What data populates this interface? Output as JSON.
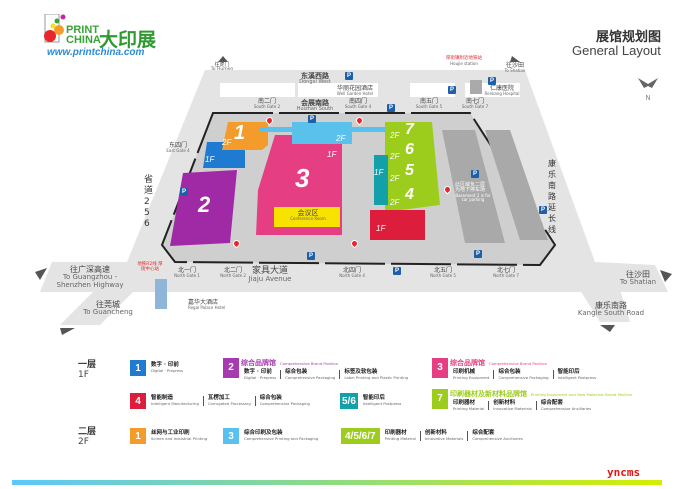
{
  "header": {
    "logo_text": "PRINT CHINA",
    "logo_cn": "大印展",
    "url": "www.printchina.com",
    "title_cn": "展馆规划图",
    "title_en": "General Layout",
    "compass": "N"
  },
  "map": {
    "roads": {
      "to_humen": {
        "cn": "往虎门",
        "en": "To Humen"
      },
      "dongxi_west": {
        "cn": "东溪西路",
        "en": "Dongxi West"
      },
      "huizhan_south": {
        "cn": "会展南路",
        "en": "Huizhan South"
      },
      "to_shatian_top": {
        "cn": "往沙田",
        "en": "To Shatian"
      },
      "provincial_road": {
        "cn": "省道256"
      },
      "kangle_ext": {
        "cn": "康乐南路延长线"
      },
      "to_gz_sz": {
        "cn": "往广深高速",
        "en": "To Guangzhou -Shenzhen Highway"
      },
      "to_guancheng": {
        "cn": "往莞城",
        "en": "To Guancheng"
      },
      "jiaju": {
        "cn": "家具大道",
        "en": "Jiaju Avenue"
      },
      "to_shatian": {
        "cn": "往沙田",
        "en": "To Shatian"
      },
      "kangle_south": {
        "cn": "康乐南路",
        "en": "Kangle South Road"
      }
    },
    "gates": {
      "south2": {
        "cn": "南二门",
        "en": "South Gate 2"
      },
      "south4": {
        "cn": "南四门",
        "en": "South Gate 4"
      },
      "south5": {
        "cn": "南五门",
        "en": "South Gate 5"
      },
      "south7": {
        "cn": "南七门",
        "en": "South Gate 7"
      },
      "east4": {
        "cn": "东四门",
        "en": "East Gate 4"
      },
      "north1": {
        "cn": "北一门",
        "en": "North Gate 1"
      },
      "north2": {
        "cn": "北二门",
        "en": "North Gate 2"
      },
      "north4": {
        "cn": "北四门",
        "en": "North Gate 4"
      },
      "north5": {
        "cn": "北五门",
        "en": "North Gate 5"
      },
      "north7": {
        "cn": "北七门",
        "en": "North Gate 7"
      }
    },
    "landmarks": {
      "hotel_top": {
        "cn": "华丽花园酒店",
        "en": "Well Garden Hotel"
      },
      "metro_top": {
        "cn": "厚街镇附近地铁站",
        "en": "Houjie station"
      },
      "hospital": {
        "cn": "仁康医院",
        "en": "Renkang Hospital"
      },
      "metro_bottom": {
        "cn": "地铁R2线 厚街中心站"
      },
      "regal": {
        "cn": "嘉华大酒店",
        "en": "Regal Palace Hotel"
      },
      "basement": {
        "cn": "此区域负二层 为地下停车场",
        "en": "Basement 2 is for car parking"
      },
      "conference": {
        "cn": "会议区",
        "en": "Conference Room"
      }
    },
    "halls": [
      {
        "id": "1",
        "floor": "2F",
        "color": "#f39c2c"
      },
      {
        "id": "1",
        "floor": "1F",
        "color": "#1f7bd1"
      },
      {
        "id": "2",
        "floor": "",
        "color": "#a02aa6"
      },
      {
        "id": "3",
        "floor": "1F",
        "color": "#e63e83"
      },
      {
        "id": "3",
        "floor": "2F",
        "color": "#5ac0ec"
      },
      {
        "id": "7",
        "floor": "2F",
        "color": "#9ccc1c"
      },
      {
        "id": "6",
        "floor": "2F",
        "color": "#9ccc1c"
      },
      {
        "id": "5",
        "floor": "2F",
        "color": "#9ccc1c"
      },
      {
        "id": "4",
        "floor": "2F",
        "color": "#9ccc1c"
      },
      {
        "id": "5/6",
        "floor": "1F",
        "color": "#14a0a8"
      },
      {
        "id": "4",
        "floor": "1F",
        "color": "#dc1e3c"
      }
    ],
    "parking_label": "P"
  },
  "legend": {
    "f1": {
      "cn": "一层",
      "en": "1F"
    },
    "f2": {
      "cn": "二层",
      "en": "2F"
    },
    "rows1": [
      {
        "badge": "1",
        "color": "#1f7bd1",
        "items": [
          {
            "cn": "数字 · 印前",
            "en": "Digital · Prepress"
          }
        ]
      },
      {
        "badge": "2",
        "color": "#a83aaf",
        "pavilion": "综合品牌馆",
        "pavilion_en": "Comprehensive Brand Pavilion",
        "items": [
          {
            "cn": "数字 · 印前",
            "en": "Digital · Prepress"
          },
          {
            "cn": "综合包装",
            "en": "Comprehensive Packaging"
          },
          {
            "cn": "标签及软包装",
            "en": "Label Printing and Plastic Printing"
          }
        ]
      },
      {
        "badge": "3",
        "color": "#e63e83",
        "pavilion": "综合品牌馆",
        "pavilion_en": "Comprehensive Brand Pavilion",
        "items": [
          {
            "cn": "印刷机械",
            "en": "Printing Equipment"
          },
          {
            "cn": "综合包装",
            "en": "Comprehensive Packaging"
          },
          {
            "cn": "智能印后",
            "en": "Intelligent Postpress"
          }
        ]
      },
      {
        "badge": "4",
        "color": "#dc1e3c",
        "items": [
          {
            "cn": "智能制造",
            "en": "Intelligent Manufacturing"
          },
          {
            "cn": "瓦楞加工",
            "en": "Corrugated Processing"
          },
          {
            "cn": "综合包装",
            "en": "Comprehensive Packaging"
          }
        ]
      },
      {
        "badge": "5/6",
        "color": "#14a0a8",
        "items": [
          {
            "cn": "智能印后",
            "en": "Intelligent Postpress"
          }
        ]
      },
      {
        "badge": "7",
        "color": "#9ccc1c",
        "pavilion": "印刷器材及新材料品牌馆",
        "pavilion_en": "Printing Equipment and New Materials Brand Pavilion",
        "items": [
          {
            "cn": "印刷器材",
            "en": "Printing Material"
          },
          {
            "cn": "创新材料",
            "en": "Innovative Materials"
          },
          {
            "cn": "综合配套",
            "en": "Comprehensive Ancillaries"
          }
        ]
      }
    ],
    "rows2": [
      {
        "badge": "1",
        "color": "#f39c2c",
        "items": [
          {
            "cn": "丝网与工业印刷",
            "en": "Screen and Industrial Printing"
          }
        ]
      },
      {
        "badge": "3",
        "color": "#5ac0ec",
        "items": [
          {
            "cn": "综合印刷及包装",
            "en": "Comprehensive Printing and Packaging"
          }
        ]
      },
      {
        "badge": "4/5/6/7",
        "color": "#9ccc1c",
        "items": [
          {
            "cn": "印刷器材",
            "en": "Printing Material"
          },
          {
            "cn": "创新材料",
            "en": "Innovative Materials"
          },
          {
            "cn": "综合配套",
            "en": "Comprehensive Ancillaries"
          }
        ]
      }
    ]
  },
  "watermark": "yncms"
}
